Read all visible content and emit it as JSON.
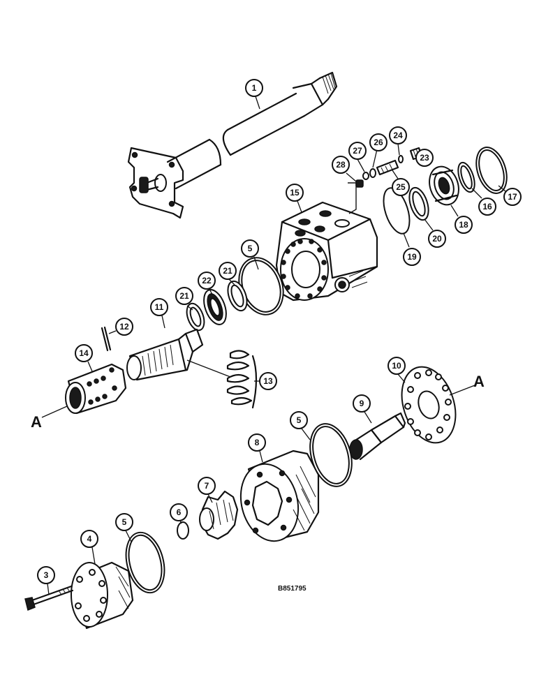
{
  "figure_id": "B851795",
  "section_markers": [
    "A",
    "A"
  ],
  "callouts": [
    {
      "id": "c1",
      "label": "1"
    },
    {
      "id": "c3",
      "label": "3"
    },
    {
      "id": "c4",
      "label": "4"
    },
    {
      "id": "c5a",
      "label": "5"
    },
    {
      "id": "c5b",
      "label": "5"
    },
    {
      "id": "c5c",
      "label": "5"
    },
    {
      "id": "c6",
      "label": "6"
    },
    {
      "id": "c7",
      "label": "7"
    },
    {
      "id": "c8",
      "label": "8"
    },
    {
      "id": "c9",
      "label": "9"
    },
    {
      "id": "c10",
      "label": "10"
    },
    {
      "id": "c11",
      "label": "11"
    },
    {
      "id": "c12",
      "label": "12"
    },
    {
      "id": "c13",
      "label": "13"
    },
    {
      "id": "c14",
      "label": "14"
    },
    {
      "id": "c15",
      "label": "15"
    },
    {
      "id": "c16",
      "label": "16"
    },
    {
      "id": "c17",
      "label": "17"
    },
    {
      "id": "c18",
      "label": "18"
    },
    {
      "id": "c19",
      "label": "19"
    },
    {
      "id": "c20",
      "label": "20"
    },
    {
      "id": "c21a",
      "label": "21"
    },
    {
      "id": "c21b",
      "label": "21"
    },
    {
      "id": "c22",
      "label": "22"
    },
    {
      "id": "c23",
      "label": "23"
    },
    {
      "id": "c24",
      "label": "24"
    },
    {
      "id": "c25",
      "label": "25"
    },
    {
      "id": "c26",
      "label": "26"
    },
    {
      "id": "c27",
      "label": "27"
    },
    {
      "id": "c28",
      "label": "28"
    }
  ]
}
